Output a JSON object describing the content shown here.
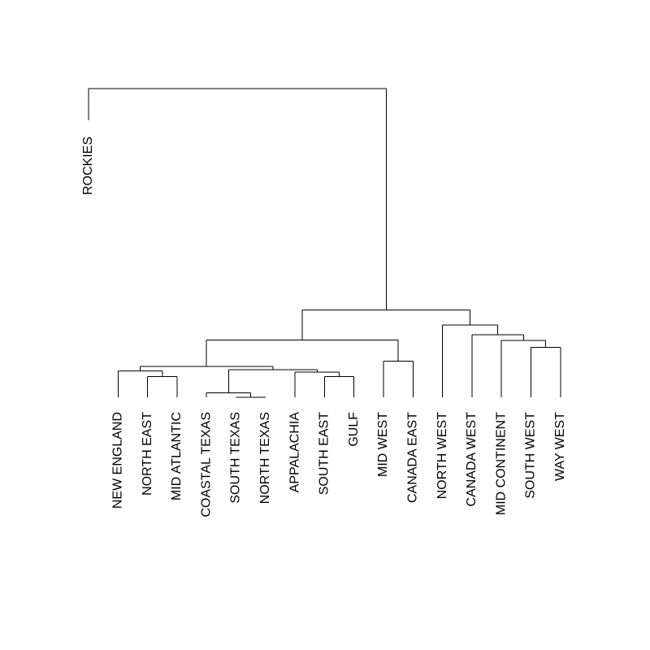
{
  "dendrogram": {
    "leaves": [
      "ROCKIES",
      "NEW ENGLAND",
      "NORTH EAST",
      "MID ATLANTIC",
      "COASTAL TEXAS",
      "SOUTH TEXAS",
      "NORTH TEXAS",
      "APPALACHIA",
      "SOUTH EAST",
      "GULF",
      "MID WEST",
      "CANADA EAST",
      "NORTH WEST",
      "CANADA WEST",
      "MID CONTINENT",
      "SOUTH WEST",
      "WAY WEST"
    ],
    "merges": [
      {
        "id": "m1",
        "children": [
          "NORTH EAST",
          "MID ATLANTIC"
        ],
        "height": 0.122
      },
      {
        "id": "m2",
        "children": [
          "NEW ENGLAND",
          "m1"
        ],
        "height": 0.14
      },
      {
        "id": "m3",
        "children": [
          "SOUTH TEXAS",
          "NORTH TEXAS"
        ],
        "height": 0.059
      },
      {
        "id": "m4",
        "children": [
          "COASTAL TEXAS",
          "m3"
        ],
        "height": 0.073
      },
      {
        "id": "m5",
        "children": [
          "SOUTH EAST",
          "GULF"
        ],
        "height": 0.122
      },
      {
        "id": "m6",
        "children": [
          "APPALACHIA",
          "m5"
        ],
        "height": 0.136
      },
      {
        "id": "m7",
        "children": [
          "m4",
          "m6"
        ],
        "height": 0.144
      },
      {
        "id": "m8",
        "children": [
          "m2",
          "m7"
        ],
        "height": 0.154
      },
      {
        "id": "m9",
        "children": [
          "MID WEST",
          "CANADA EAST"
        ],
        "height": 0.17
      },
      {
        "id": "m10",
        "children": [
          "m8",
          "m9"
        ],
        "height": 0.234
      },
      {
        "id": "m11",
        "children": [
          "SOUTH WEST",
          "WAY WEST"
        ],
        "height": 0.212
      },
      {
        "id": "m12",
        "children": [
          "MID CONTINENT",
          "m11"
        ],
        "height": 0.233
      },
      {
        "id": "m13",
        "children": [
          "CANADA WEST",
          "m12"
        ],
        "height": 0.25
      },
      {
        "id": "m14",
        "children": [
          "NORTH WEST",
          "m13"
        ],
        "height": 0.28
      },
      {
        "id": "m15",
        "children": [
          "m10",
          "m14"
        ],
        "height": 0.326
      },
      {
        "id": "m16",
        "children": [
          "ROCKIES",
          "m15"
        ],
        "height": 1.0
      }
    ]
  }
}
